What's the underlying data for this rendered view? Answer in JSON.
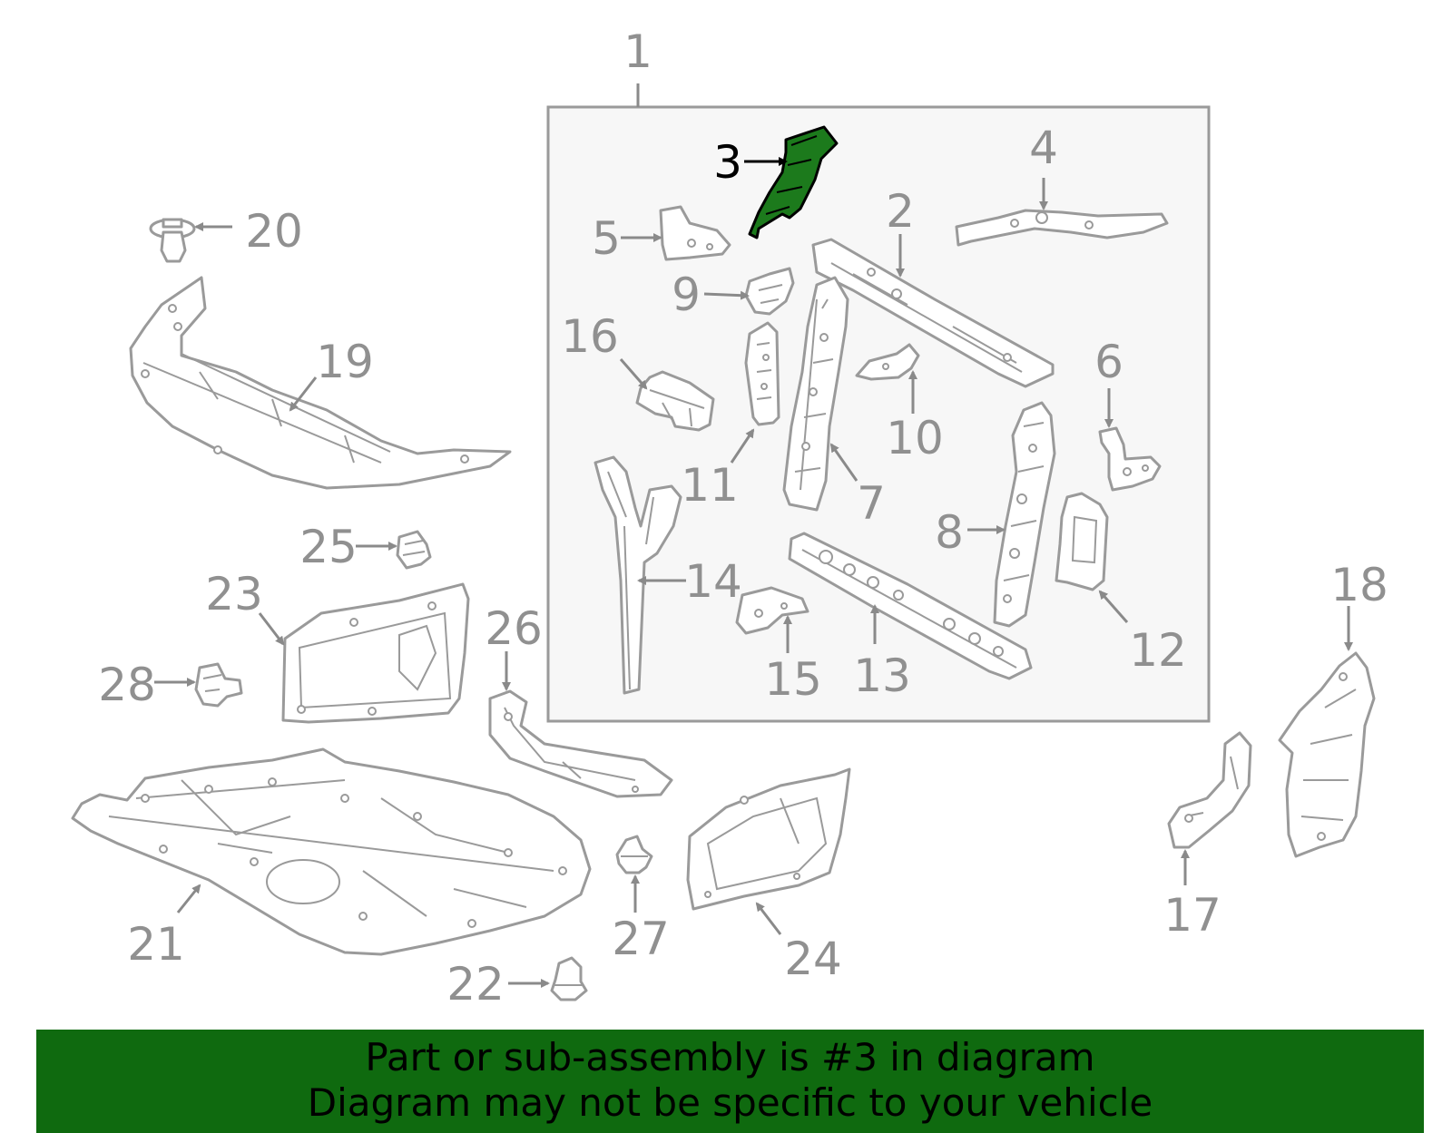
{
  "diagram": {
    "highlighted_part": "3",
    "callouts": [
      "1",
      "2",
      "3",
      "4",
      "5",
      "6",
      "7",
      "8",
      "9",
      "10",
      "11",
      "12",
      "13",
      "14",
      "15",
      "16",
      "17",
      "18",
      "19",
      "20",
      "21",
      "22",
      "23",
      "24",
      "25",
      "26",
      "27",
      "28"
    ],
    "colors": {
      "highlight": "#1c7a1c",
      "banner": "#0f6a0f",
      "line_art": "#9a9a9a",
      "assembly_box": "#f7f7f7"
    }
  },
  "banner": {
    "line1": "Part or sub-assembly is #3 in diagram",
    "line2": "Diagram may not be specific to your vehicle"
  }
}
